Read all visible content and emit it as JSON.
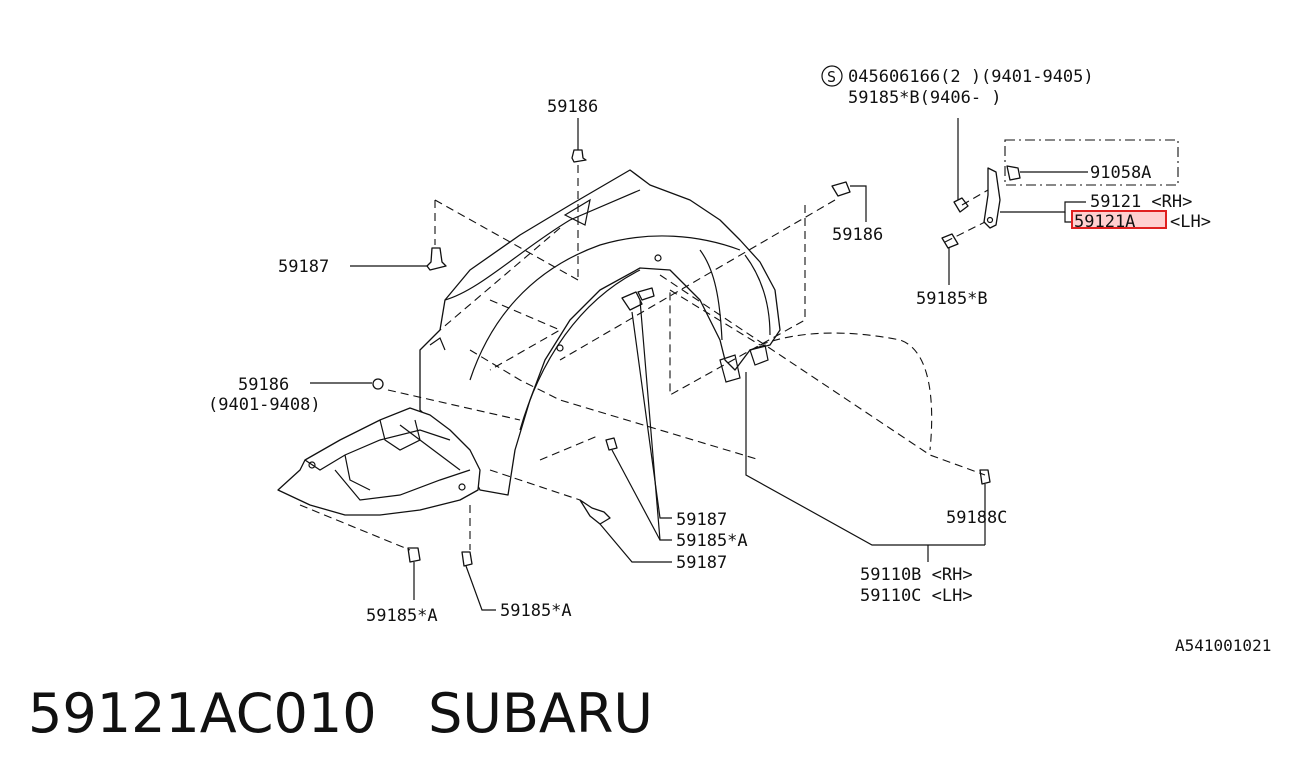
{
  "labels": {
    "s_symbol": "S",
    "note_line1": "045606166(2 )(9401-9405)",
    "note_line2": "59185*B(9406-    )",
    "p59186_top": "59186",
    "p59186_right": "59186",
    "p59187_left": "59187",
    "p59186_left": "59186",
    "p59186_left_sub": "(9401-9408)",
    "p91058A": "91058A",
    "p59121_rh": "59121  <RH>",
    "p59121A": "59121A",
    "p59121A_lh": "<LH>",
    "p59185B": "59185*B",
    "p59187_mid": "59187",
    "p59185A_mid": "59185*A",
    "p59187_low": "59187",
    "p59188C": "59188C",
    "p59110B": "59110B <RH>",
    "p59110C": "59110C <LH>",
    "p59185A_bl": "59185*A",
    "p59185A_br": "59185*A"
  },
  "diagram_ref": "A541001021",
  "footer": {
    "part_number": "59121AC010",
    "brand": "SUBARU"
  },
  "highlight": {
    "part": "59121A",
    "color": "#e02020"
  }
}
